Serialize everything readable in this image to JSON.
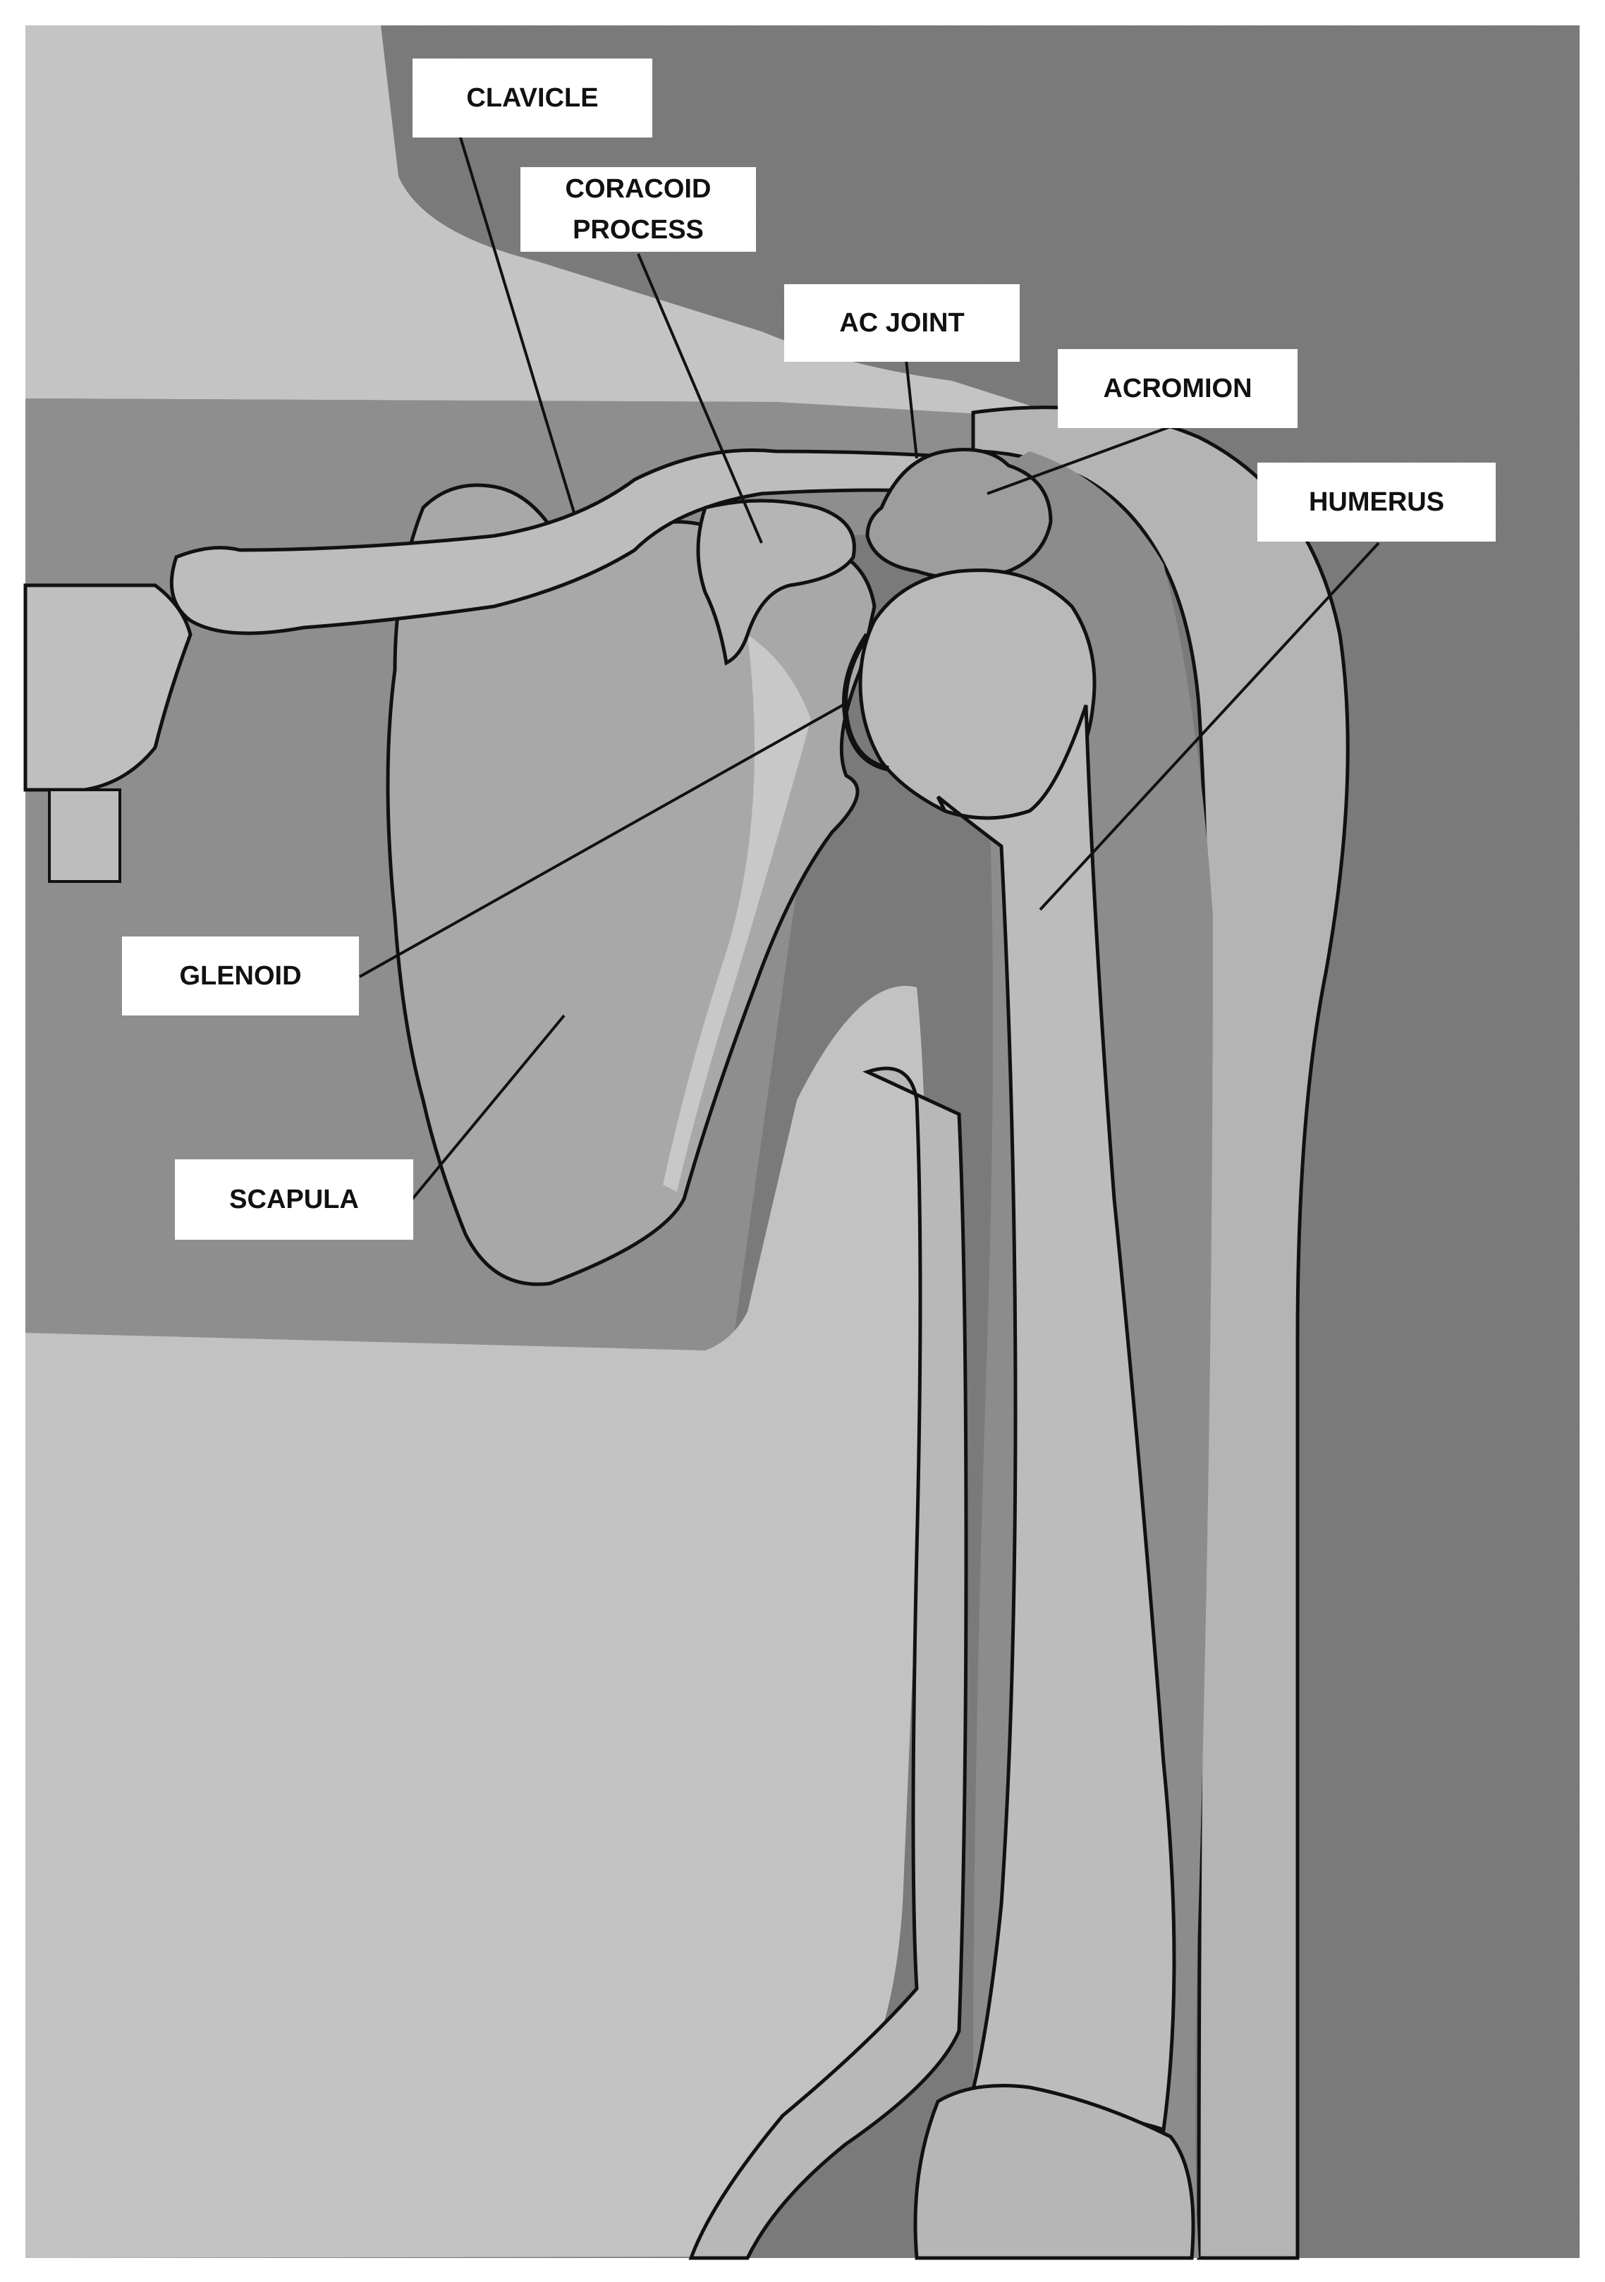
{
  "diagram": {
    "labels": {
      "clavicle": "CLAVICLE",
      "coracoid": "CORACOID\nPROCESS",
      "ac_joint": "AC JOINT",
      "acromion": "ACROMION",
      "humerus": "HUMERUS",
      "glenoid": "GLENOID",
      "scapula": "SCAPULA"
    },
    "colors": {
      "background_dark": "#7d7d7d",
      "band_mid": "#8a8a8a",
      "torso_light": "#c2c2c2",
      "bone_light": "#bcbcbc",
      "bone_shadow": "#8f8f8f",
      "scapula_fill": "#a9a9a9",
      "outline": "#111111"
    }
  }
}
